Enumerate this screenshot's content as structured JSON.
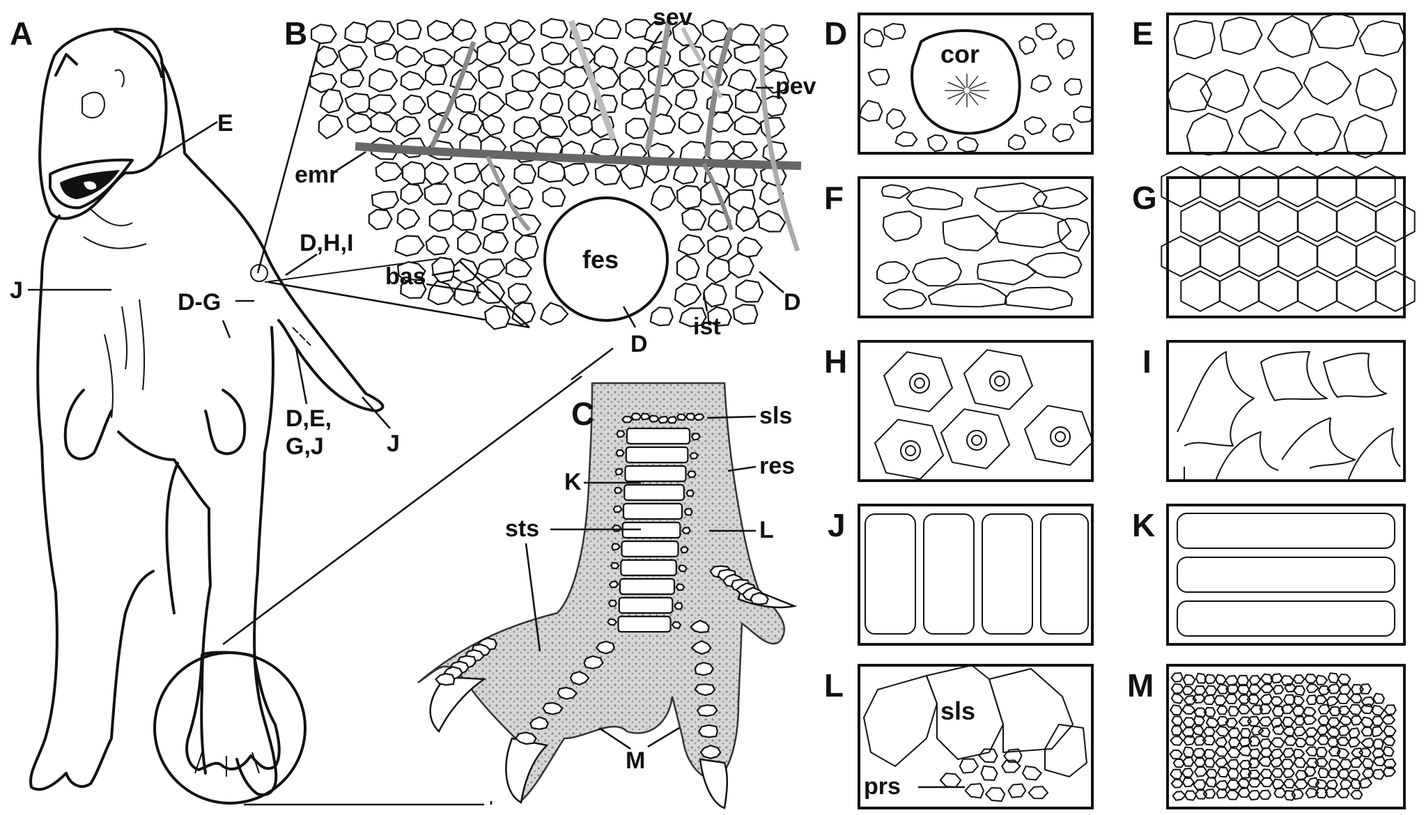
{
  "panel_letters": {
    "A": "A",
    "B": "B",
    "C": "C",
    "D": "D",
    "E": "E",
    "F": "F",
    "G": "G",
    "H": "H",
    "I": "I",
    "J": "J",
    "K": "K",
    "L": "L",
    "M": "M"
  },
  "panel_a_labels": {
    "E": "E",
    "DHI": "D,H,I",
    "J_left": "J",
    "DG": "D-G",
    "DEGJ_line1": "D,E,",
    "DEGJ_line2": "G,J",
    "J_tail": "J"
  },
  "panel_b_labels": {
    "sev": "sev",
    "pev": "pev",
    "emr": "emr",
    "fes": "fes",
    "bas": "bas",
    "ist": "ist",
    "D_right": "D",
    "D_bottom": "D"
  },
  "panel_c_labels": {
    "sls": "sls",
    "res": "res",
    "K": "K",
    "L": "L",
    "sts": "sts",
    "M": "M"
  },
  "panel_d_labels": {
    "cor": "cor"
  },
  "panel_l_labels": {
    "sls": "sls",
    "prs": "prs"
  }
}
